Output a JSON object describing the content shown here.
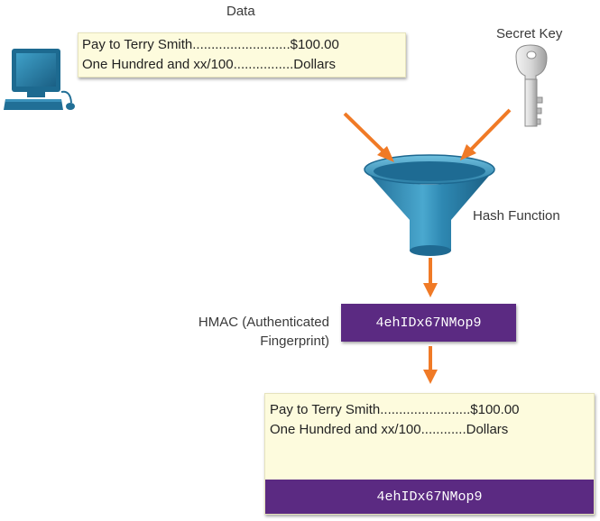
{
  "data_label": "Data",
  "secret_key_label": "Secret Key",
  "hash_function_label": "Hash Function",
  "hmac_label_line1": "HMAC (Authenticated",
  "hmac_label_line2": "Fingerprint)",
  "message": {
    "line1": "Pay to Terry Smith..........................$100.00",
    "line2": "One Hundred and xx/100................Dollars"
  },
  "result_message": {
    "line1": "Pay to Terry Smith........................$100.00",
    "line2": "One Hundred and xx/100............Dollars"
  },
  "hmac_value": "4ehIDx67NMop9",
  "result_hmac_value": "4ehIDx67NMop9",
  "icons": [
    "computer-icon",
    "key-icon",
    "funnel-icon",
    "arrow-icon"
  ],
  "colors": {
    "arrow": "#f07a26",
    "hmac_box": "#5b2a82",
    "message_box": "#fdfbdd",
    "funnel": "#2f86ad",
    "computer": "#1f6f96"
  }
}
